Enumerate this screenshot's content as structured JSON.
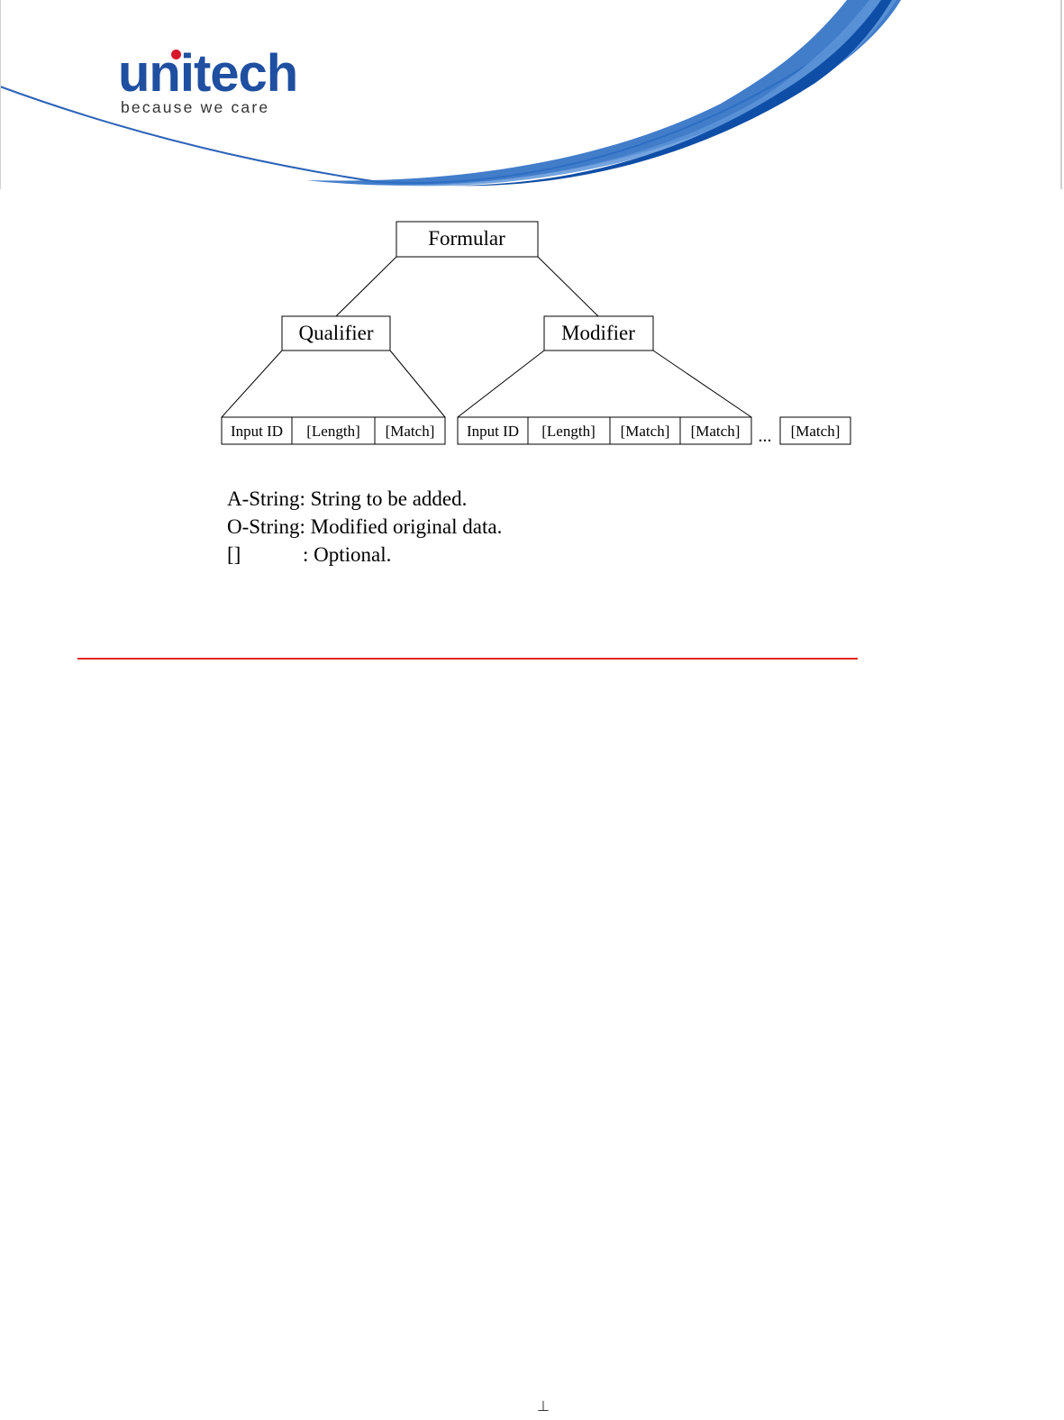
{
  "header": {
    "logo_text": "unitech",
    "logo_tagline": "because we care",
    "colors": {
      "brand_blue": "#1f4fa0",
      "dot_red": "#d7182a",
      "swoosh_blue": "#1a5fb4",
      "rule_red": "#e3241d"
    }
  },
  "diagram": {
    "root": "Formular",
    "branches": [
      {
        "label": "Qualifier",
        "cells": [
          "Input ID",
          "[Length]",
          "[Match]"
        ]
      },
      {
        "label": "Modifier",
        "cells": [
          "Input ID",
          "[Length]",
          "[Match]",
          "[Match]"
        ]
      }
    ],
    "ellipsis": "...",
    "trailing_cell": "[Match]"
  },
  "legend": {
    "items": [
      "A-String: String to be added.",
      "O-String: Modified original data."
    ],
    "optional_symbol": "[]",
    "optional_text": ": Optional."
  },
  "footer": {
    "page_marker": "⊥"
  }
}
